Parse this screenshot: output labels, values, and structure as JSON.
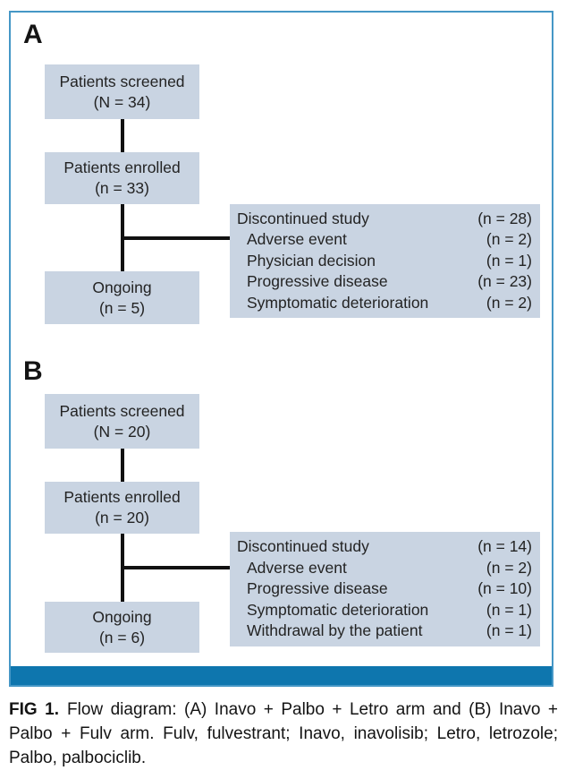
{
  "colors": {
    "box_fill": "#c9d4e2",
    "figure_border": "#4597c6",
    "bottom_bar": "#0e76ae",
    "connector": "#111111"
  },
  "panel_a": {
    "label": "A",
    "screened": {
      "line1": "Patients screened",
      "line2": "(N = 34)"
    },
    "enrolled": {
      "line1": "Patients enrolled",
      "line2": "(n = 33)"
    },
    "ongoing": {
      "line1": "Ongoing",
      "line2": "(n = 5)"
    },
    "discontinued": {
      "title": {
        "label": "Discontinued study",
        "count": "(n = 28)"
      },
      "items": [
        {
          "label": "Adverse event",
          "count": "(n = 2)"
        },
        {
          "label": "Physician decision",
          "count": "(n = 1)"
        },
        {
          "label": "Progressive disease",
          "count": "(n = 23)"
        },
        {
          "label": "Symptomatic deterioration",
          "count": "(n = 2)"
        }
      ]
    }
  },
  "panel_b": {
    "label": "B",
    "screened": {
      "line1": "Patients screened",
      "line2": "(N = 20)"
    },
    "enrolled": {
      "line1": "Patients enrolled",
      "line2": "(n = 20)"
    },
    "ongoing": {
      "line1": "Ongoing",
      "line2": "(n = 6)"
    },
    "discontinued": {
      "title": {
        "label": "Discontinued study",
        "count": "(n = 14)"
      },
      "items": [
        {
          "label": "Adverse event",
          "count": "(n = 2)"
        },
        {
          "label": "Progressive disease",
          "count": "(n = 10)"
        },
        {
          "label": "Symptomatic deterioration",
          "count": "(n = 1)"
        },
        {
          "label": "Withdrawal by the patient",
          "count": "(n = 1)"
        }
      ]
    }
  },
  "caption": {
    "tag": "FIG 1.",
    "text": "Flow diagram: (A) Inavo + Palbo + Letro arm and (B) Inavo + Palbo + Fulv arm. Fulv, fulvestrant; Inavo, inavolisib; Letro, letrozole; Palbo, palbociclib."
  }
}
